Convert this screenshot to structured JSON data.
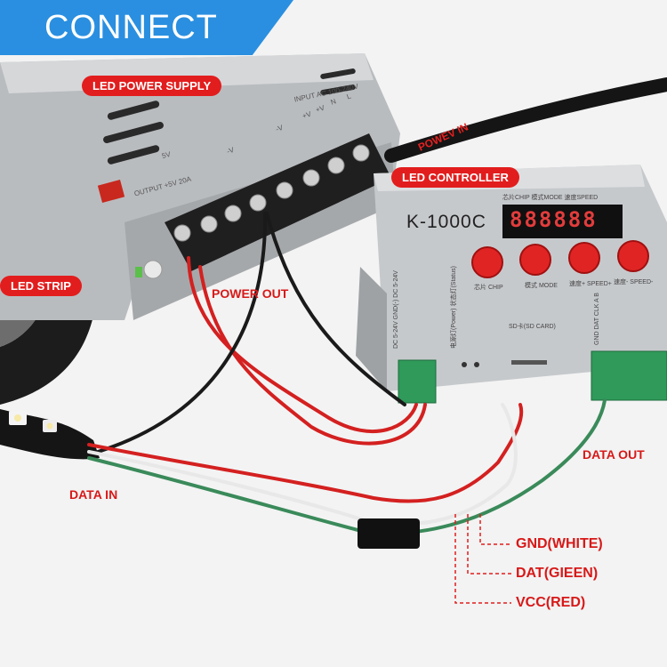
{
  "banner": {
    "title": "CONNECT",
    "color": "#2a8fe0"
  },
  "tags": {
    "power_supply": "LED POWER SUPPLY",
    "controller": "LED CONTROLLER",
    "strip": "LED STRIP"
  },
  "labels": {
    "power_out": "POWER OUT",
    "power_in": "POWEV IN",
    "data_in": "DATA IN",
    "data_out": "DATA OUT",
    "gnd": "GND(WHITE)",
    "dat": "DAT(GIEEN)",
    "vcc": "VCC(RED)"
  },
  "controller": {
    "model": "K-1000C",
    "display": "888888",
    "header": "芯片CHIP 模式MODE 速度SPEED",
    "buttons": [
      "芯片 CHIP",
      "模式 MODE",
      "速度+ SPEED+",
      "速度- SPEED-"
    ],
    "port_power": "DC 5-24V GND(-) DC 5-24V",
    "port_status": "电源灯(Power) 状态灯(Status)",
    "sd_card": "SD卡(SD CARD)",
    "port_out": "GND DAT CLK A B"
  },
  "psu": {
    "voltage": "5V",
    "output": "OUTPUT +5V 20A",
    "input": "INPUT AC 100-240V",
    "terminals": [
      "-V",
      "-V",
      "+V",
      "+V",
      "N",
      "L"
    ]
  },
  "colors": {
    "tag_red": "#e21d1d",
    "label_red": "#d81818",
    "wire_red": "#d42020",
    "wire_black": "#1a1a1a",
    "wire_white": "#e8e8e8",
    "wire_green": "#3a8a5a"
  }
}
